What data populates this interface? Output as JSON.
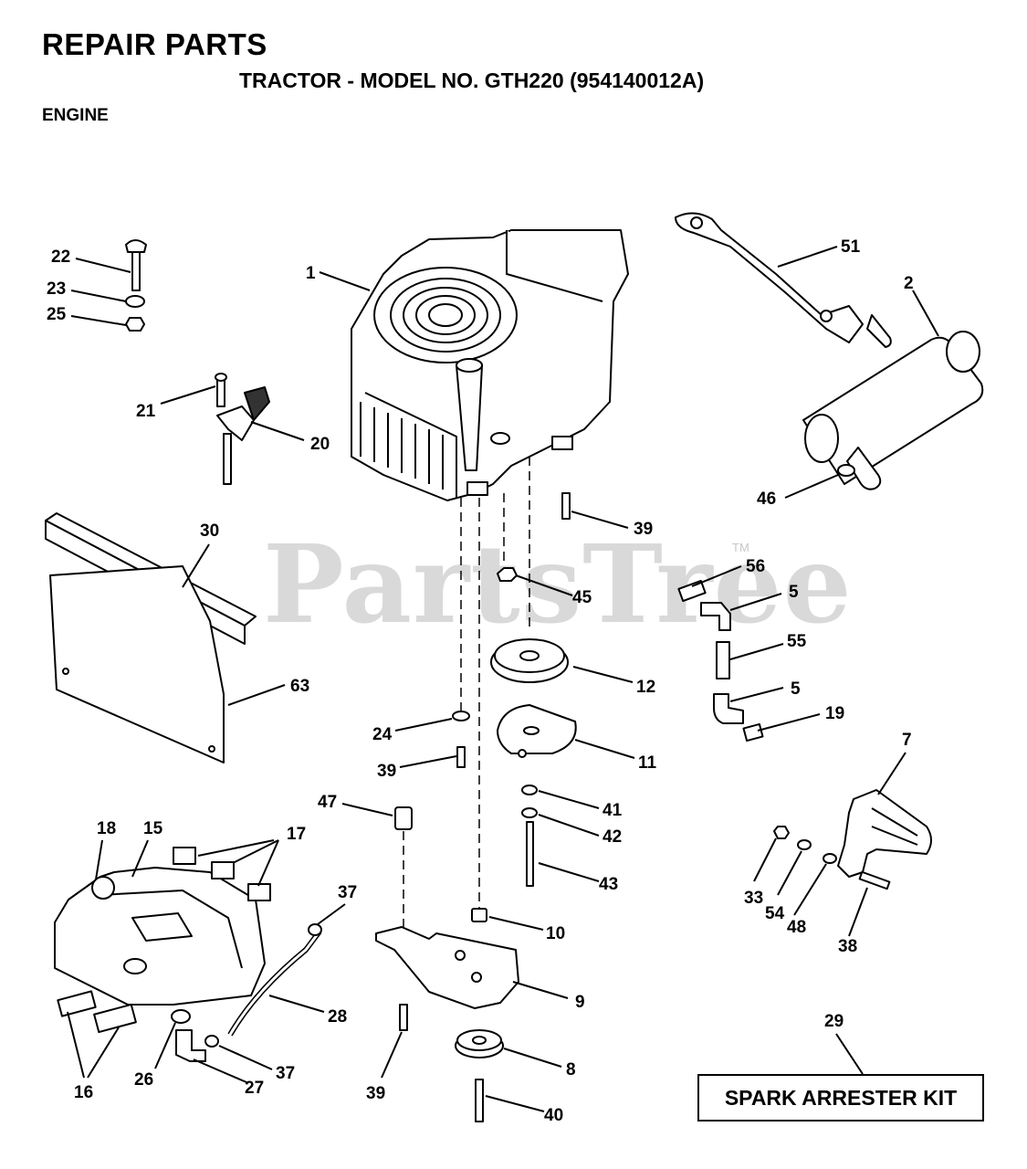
{
  "header": {
    "title": "REPAIR PARTS",
    "subtitle": "TRACTOR - MODEL NO. GTH220 (954140012A)",
    "section": "ENGINE"
  },
  "watermark": {
    "text": "PartsTree",
    "tm": "TM"
  },
  "callouts": {
    "c1": "1",
    "c2": "2",
    "c5a": "5",
    "c5b": "5",
    "c7": "7",
    "c8": "8",
    "c9": "9",
    "c10": "10",
    "c11": "11",
    "c12": "12",
    "c15": "15",
    "c16": "16",
    "c17": "17",
    "c18": "18",
    "c19": "19",
    "c20": "20",
    "c21": "21",
    "c22": "22",
    "c23": "23",
    "c24": "24",
    "c25": "25",
    "c26": "26",
    "c27": "27",
    "c28": "28",
    "c29": "29",
    "c30": "30",
    "c33": "33",
    "c37a": "37",
    "c37b": "37",
    "c38": "38",
    "c39a": "39",
    "c39b": "39",
    "c39c": "39",
    "c40": "40",
    "c41": "41",
    "c42": "42",
    "c43": "43",
    "c45": "45",
    "c46": "46",
    "c47": "47",
    "c48": "48",
    "c51": "51",
    "c54": "54",
    "c55": "55",
    "c56": "56",
    "c63": "63"
  },
  "kit": {
    "label": "SPARK ARRESTER KIT"
  }
}
